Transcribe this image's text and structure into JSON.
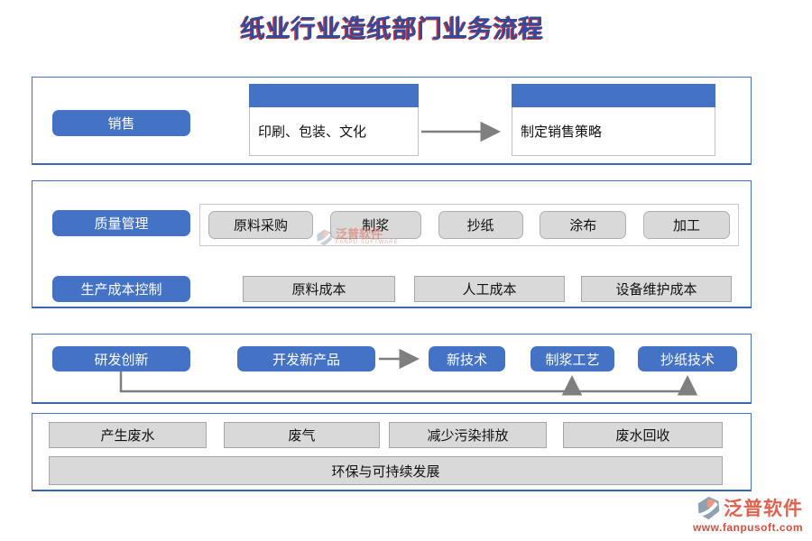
{
  "page": {
    "title": "纸业行业造纸部门业务流程"
  },
  "sales_section": {
    "label": "销售",
    "card1": "印刷、包装、文化",
    "card2": "制定销售策略"
  },
  "quality_section": {
    "label": "质量管理",
    "steps": [
      "原料采购",
      "制浆",
      "抄纸",
      "涂布",
      "加工"
    ]
  },
  "cost_section": {
    "label": "生产成本控制",
    "items": [
      "原料成本",
      "人工成本",
      "设备维护成本"
    ]
  },
  "rnd_section": {
    "label": "研发创新",
    "action": "开发新产品",
    "outputs": [
      "新技术",
      "制浆工艺",
      "抄纸技术"
    ]
  },
  "env_section": {
    "items": [
      "产生废水",
      "废气",
      "减少污染排放",
      "废水回收"
    ],
    "banner": "环保与可持续发展"
  },
  "watermark": {
    "name": "泛普软件",
    "sub": "FANPU SOFTWARE"
  },
  "logo": {
    "name": "泛普软件",
    "url": "www.fanpusoft.com"
  },
  "colors": {
    "accent_blue": "#4472C4",
    "panel_border": "#4472C4",
    "node_gray": "#D9D9D9",
    "arrow_gray": "#7F7F7F",
    "title_blue": "#2F4A9E",
    "title_red_edge": "#C00000",
    "logo_red": "#E0614E"
  }
}
